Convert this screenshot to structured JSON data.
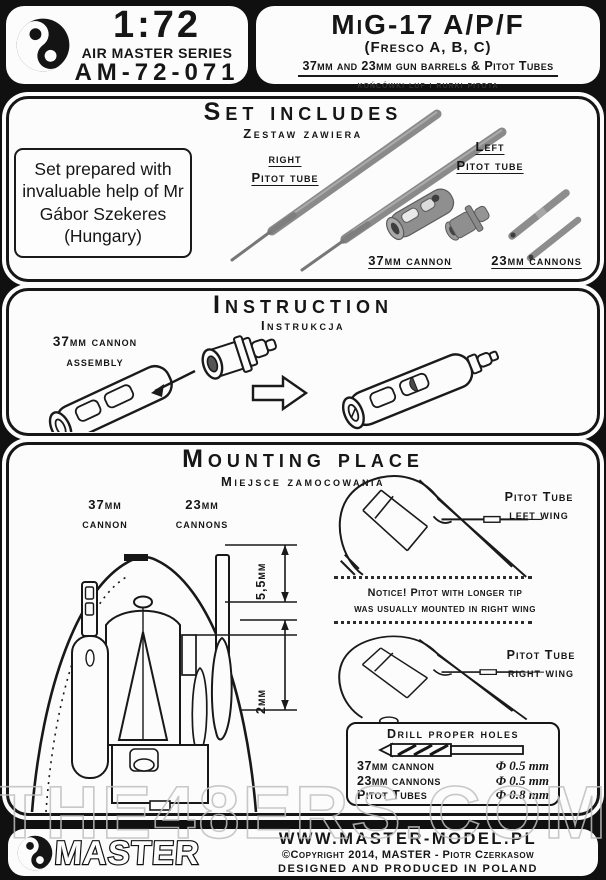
{
  "watermark": "THE48ERS.COM",
  "header": {
    "scale": "1:72",
    "series": "AIR MASTER SERIES",
    "code": "AM-72-071",
    "title": "MiG-17 A/P/F",
    "variant": "(Fresco A, B, C)",
    "subtitle": "37mm and 23mm gun barrels & Pitot Tubes",
    "subtitle_pl": "końcówki luf i rurki pitota"
  },
  "set_includes": {
    "title": "Set includes",
    "title_pl": "Zestaw zawiera",
    "note": "Set prepared with invaluable help of Mr Gábor Szekeres (Hungary)",
    "right_pitot_line1": "right",
    "right_pitot_line2": "Pitot tube",
    "left_pitot_line1": "Left",
    "left_pitot_line2": "Pitot tube",
    "cannon37": "37mm cannon",
    "cannon23": "23mm cannons"
  },
  "instruction": {
    "title": "Instruction",
    "title_pl": "Instrukcja",
    "assembly_line1": "37mm cannon",
    "assembly_line2": "assembly"
  },
  "mounting": {
    "title": "Mounting place",
    "title_pl": "Miejsce zamocowania",
    "cannon37_line1": "37mm",
    "cannon37_line2": "cannon",
    "cannon23_line1": "23mm",
    "cannon23_line2": "cannons",
    "dim_55": "5,5mm",
    "dim_2": "2mm",
    "pitot_left_line1": "Pitot Tube",
    "pitot_left_line2": "left wing",
    "notice_line1": "Notice! Pitot with longer tip",
    "notice_line2": "was usually mounted in right wing",
    "pitot_right_line1": "Pitot Tube",
    "pitot_right_line2": "right wing",
    "drill": {
      "title": "Drill proper holes",
      "rows": [
        {
          "part": "37mm cannon",
          "dia": "Φ 0.5 mm"
        },
        {
          "part": "23mm cannons",
          "dia": "Φ 0.5 mm"
        },
        {
          "part": "Pitot Tubes",
          "dia": "Φ 0.8 mm"
        }
      ]
    }
  },
  "footer": {
    "brand": "MASTER",
    "url": "WWW.MASTER-MODEL.PL",
    "copyright": "©Copyright 2014, MASTER - Piotr Czerkasow",
    "made": "DESIGNED AND PRODUCED IN POLAND"
  }
}
